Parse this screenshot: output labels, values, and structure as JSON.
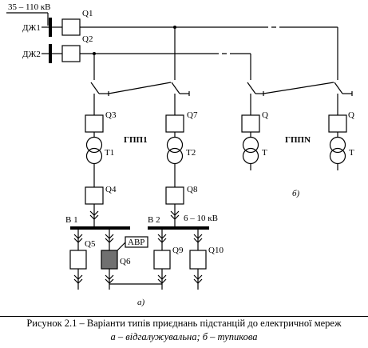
{
  "labels": {
    "voltage_top": "35 – 110 кВ",
    "dzh1": "ДЖ1",
    "dzh2": "ДЖ2",
    "q1": "Q1",
    "q2": "Q2",
    "q3": "Q3",
    "q4": "Q4",
    "q5": "Q5",
    "q6": "Q6",
    "q7": "Q7",
    "q8": "Q8",
    "q9": "Q9",
    "q10": "Q10",
    "q_right1": "Q",
    "q_right2": "Q",
    "t1": "T1",
    "t2": "T2",
    "t_right1": "T",
    "t_right2": "T",
    "gpp1": "ГПП1",
    "gppn": "ГППN",
    "b1": "В 1",
    "b2": "В 2",
    "voltage_low": "6 – 10 кВ",
    "avr": "АВР",
    "sub_a": "а)",
    "sub_b": "б)"
  },
  "caption": {
    "line1": "Рисунок 2.1 – Варіанти типів приєднань підстанцій до електричної мереж",
    "line2": "а – відгалужувальна; б – тупикова"
  },
  "colors": {
    "line": "#000000",
    "q6_fill": "#707070",
    "background": "#ffffff"
  }
}
